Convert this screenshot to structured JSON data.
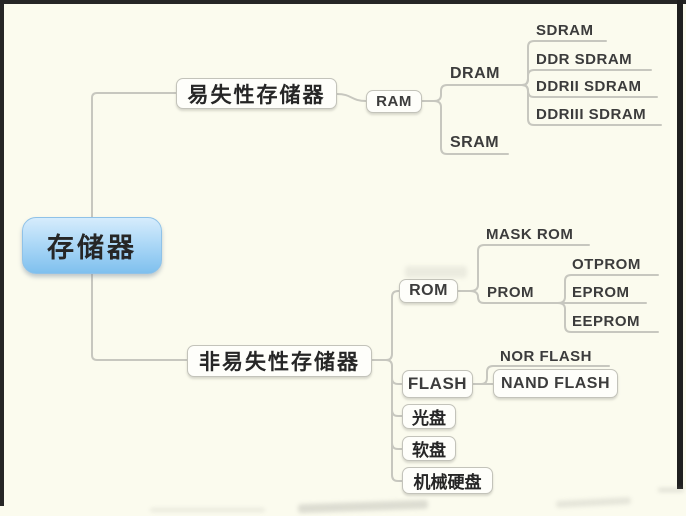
{
  "app": {
    "type": "mind-map-diagram",
    "background_color": "#fbfbee",
    "frame_color": "#262626",
    "line_color": "#c7c7bf",
    "node_border_color": "#c3c3ba",
    "root_fill_top": "#d6ecfc",
    "root_fill_bottom": "#7fc0ee"
  },
  "nodes": {
    "root": "存储器",
    "volatile": "易失性存储器",
    "nonvolatile": "非易失性存储器",
    "ram": "RAM",
    "dram": "DRAM",
    "sram": "SRAM",
    "sdram": "SDRAM",
    "ddr_sdram": "DDR SDRAM",
    "ddr2_sdram": "DDRII SDRAM",
    "ddr3_sdram": "DDRIII SDRAM",
    "rom": "ROM",
    "mask_rom": "MASK ROM",
    "prom": "PROM",
    "otprom": "OTPROM",
    "eprom": "EPROM",
    "eeprom": "EEPROM",
    "flash": "FLASH",
    "nor_flash": "NOR FLASH",
    "nand_flash": "NAND FLASH",
    "optical_disc": "光盘",
    "floppy_disk": "软盘",
    "hard_disk": "机械硬盘"
  },
  "tree": {
    "label": "存储器",
    "children": [
      {
        "label": "易失性存储器",
        "children": [
          {
            "label": "RAM",
            "children": [
              {
                "label": "DRAM",
                "children": [
                  {
                    "label": "SDRAM"
                  },
                  {
                    "label": "DDR SDRAM"
                  },
                  {
                    "label": "DDRII SDRAM"
                  },
                  {
                    "label": "DDRIII SDRAM"
                  }
                ]
              },
              {
                "label": "SRAM"
              }
            ]
          }
        ]
      },
      {
        "label": "非易失性存储器",
        "children": [
          {
            "label": "ROM",
            "children": [
              {
                "label": "MASK ROM"
              },
              {
                "label": "PROM",
                "children": [
                  {
                    "label": "OTPROM"
                  },
                  {
                    "label": "EPROM"
                  },
                  {
                    "label": "EEPROM"
                  }
                ]
              }
            ]
          },
          {
            "label": "FLASH",
            "children": [
              {
                "label": "NOR FLASH"
              },
              {
                "label": "NAND FLASH"
              }
            ]
          },
          {
            "label": "光盘"
          },
          {
            "label": "软盘"
          },
          {
            "label": "机械硬盘"
          }
        ]
      }
    ]
  }
}
